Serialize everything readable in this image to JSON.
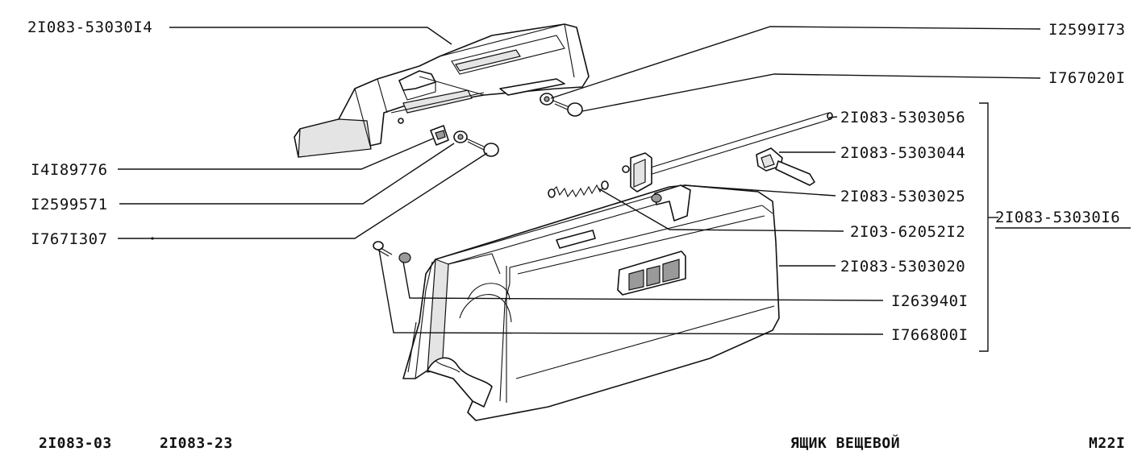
{
  "labels": {
    "part_53030I4": "2I083-53030I4",
    "part_I4I89776": "I4I89776",
    "part_I2599571": "I2599571",
    "part_I767I307": "I767I307",
    "part_I2599I73": "I2599I73",
    "part_I767020I": "I767020I",
    "part_5303056": "2I083-5303056",
    "part_5303044": "2I083-5303044",
    "part_5303025": "2I083-5303025",
    "part_62052I2": "2I03-62052I2",
    "part_5303020": "2I083-5303020",
    "part_I263940I": "I263940I",
    "part_I766800I": "I766800I",
    "assembly_53030I6": "2I083-53030I6"
  },
  "footer": {
    "model_1": "2I083-03",
    "model_2": "2I083-23",
    "title": "ЯЩИК ВЕЩЕВОЙ",
    "page_code": "M22I"
  }
}
